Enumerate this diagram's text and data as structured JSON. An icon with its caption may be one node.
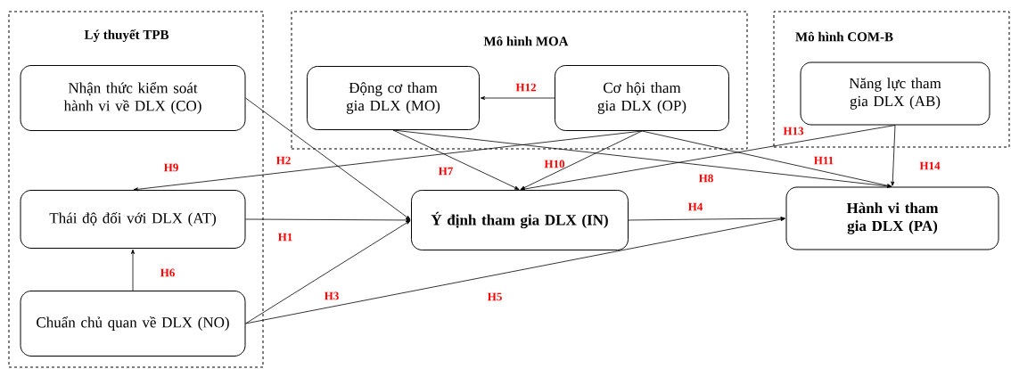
{
  "diagram": {
    "nodes": [
      {
        "text": [
          "Lý thuyết TPB"
        ]
      },
      {
        "text": [
          "Nhận thức kiểm soát hành vi về DLX (CO)"
        ],
        "in": 0
      },
      {
        "text": [
          "Thái độ đối với DLX (AT)"
        ],
        "in": 0
      },
      {
        "text": [
          "Chuẩn chủ quan về DLX (NO)"
        ],
        "in": 0
      },
      {
        "text": [
          "Mô hình MOA"
        ]
      },
      {
        "text": [
          "Động cơ tham gia DLX (MO)"
        ],
        "in": 4
      },
      {
        "text": [
          "Cơ hội tham gia DLX (OP)"
        ],
        "in": 4
      },
      {
        "text": [
          "Mô hình COM-B"
        ]
      },
      {
        "text": [
          "Năng lực tham gia DLX (AB)"
        ],
        "in": 7
      },
      {
        "text": [
          "Ý định tham gia DLX (IN)"
        ]
      },
      {
        "text": [
          "Hành vi tham gia DLX (PA)"
        ]
      }
    ],
    "edges": [
      {
        "from": 2,
        "to": 9,
        "arrow": "to",
        "label": "H1"
      },
      {
        "from": 1,
        "to": 9,
        "arrow": "to",
        "label": "H2"
      },
      {
        "from": 3,
        "to": 9,
        "arrow": "to",
        "label": "H3"
      },
      {
        "from": 9,
        "to": 10,
        "arrow": "to",
        "label": "H4"
      },
      {
        "from": 3,
        "to": 10,
        "arrow": "to",
        "label": "H5"
      },
      {
        "from": 3,
        "to": 2,
        "arrow": "to",
        "label": "H6"
      },
      {
        "from": 5,
        "to": 9,
        "arrow": "to",
        "label": "H7"
      },
      {
        "from": 5,
        "to": 10,
        "arrow": "to",
        "label": "H8"
      },
      {
        "from": 6,
        "to": 2,
        "arrow": "to",
        "label": "H9"
      },
      {
        "from": 6,
        "to": 9,
        "arrow": "to",
        "label": "H10"
      },
      {
        "from": 6,
        "to": 10,
        "arrow": "to",
        "label": "H11"
      },
      {
        "from": 6,
        "to": 5,
        "arrow": "to",
        "label": "H12"
      },
      {
        "from": 8,
        "to": 9,
        "arrow": "to",
        "label": "H13"
      },
      {
        "from": 8,
        "to": 10,
        "arrow": "to",
        "label": "H14"
      }
    ]
  }
}
